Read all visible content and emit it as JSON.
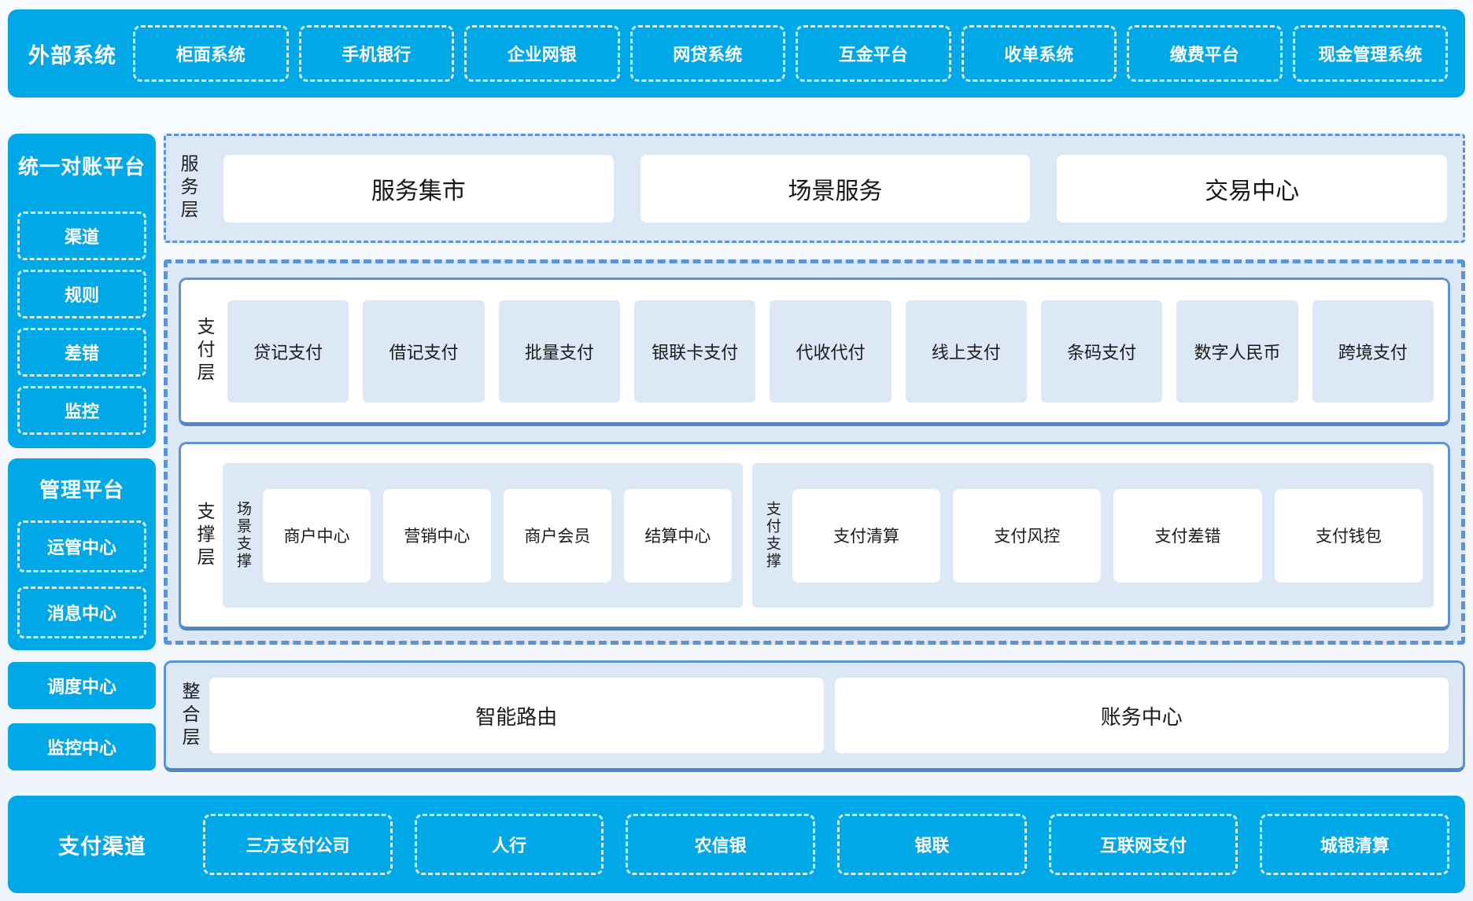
{
  "colors": {
    "brand_blue": "#00A8E8",
    "panel_light_blue": "#DCE8F5",
    "border_blue": "#5E94D4",
    "dash_blue": "#5B94D6",
    "text_dark": "#1A1A1A",
    "text_white": "#FFFFFF"
  },
  "external_systems": {
    "label": "外部系统",
    "items": [
      "柜面系统",
      "手机银行",
      "企业网银",
      "网贷系统",
      "互金平台",
      "收单系统",
      "缴费平台",
      "现金管理系统"
    ]
  },
  "sidebar": {
    "recon_platform": {
      "title": "统一对账平台",
      "items": [
        "渠道",
        "规则",
        "差错",
        "监控"
      ]
    },
    "mgmt_platform": {
      "title": "管理平台",
      "items": [
        "运管中心",
        "消息中心"
      ]
    },
    "dispatch_center": "调度中心",
    "monitor_center": "监控中心"
  },
  "service_layer": {
    "label": "服务层",
    "items": [
      "服务集市",
      "场景服务",
      "交易中心"
    ]
  },
  "payment_layer": {
    "label": "支付层",
    "items": [
      "贷记支付",
      "借记支付",
      "批量支付",
      "银联卡支付",
      "代收代付",
      "线上支付",
      "条码支付",
      "数字人民币",
      "跨境支付"
    ]
  },
  "support_layer": {
    "label": "支撑层",
    "groups": [
      {
        "label": "场景支撑",
        "items": [
          "商户中心",
          "营销中心",
          "商户会员",
          "结算中心"
        ]
      },
      {
        "label": "支付支撑",
        "items": [
          "支付清算",
          "支付风控",
          "支付差错",
          "支付钱包"
        ]
      }
    ]
  },
  "integration_layer": {
    "label": "整合层",
    "items": [
      "智能路由",
      "账务中心"
    ]
  },
  "payment_channels": {
    "label": "支付渠道",
    "items": [
      "三方支付公司",
      "人行",
      "农信银",
      "银联",
      "互联网支付",
      "城银清算"
    ]
  }
}
